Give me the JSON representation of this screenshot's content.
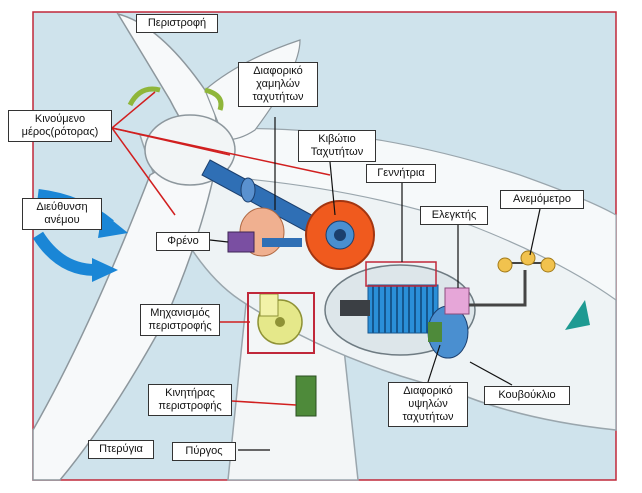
{
  "labels": {
    "rotation": "Περιστροφή",
    "rotor": "Κινούμενο\nμέρος(ρότορας)",
    "wind_direction": "Διεύθυνση\nανέμου",
    "low_speed_shaft": "Διαφορικό\nχαμηλών\nταχυτήτων",
    "gearbox": "Κιβώτιο\nΤαχυτήτων",
    "generator": "Γεννήτρια",
    "controller": "Ελεγκτής",
    "anemometer": "Ανεμόμετρο",
    "brake": "Φρένο",
    "yaw_drive": "Μηχανισμός\nπεριστροφής",
    "yaw_motor": "Κινητήρας\nπεριστροφής",
    "high_speed_shaft": "Διαφορικό\nυψηλών\nταχυτήτων",
    "nacelle": "Κουβούκλιο",
    "blade": "Πτερύγια",
    "tower": "Πύργος"
  },
  "colors": {
    "frame": "#c0283a",
    "leader_red": "#d11f1f",
    "gear_orange": "#f05a1e",
    "shaft_blue": "#2f6fb5",
    "generator_blue": "#2a8fd8",
    "wind_arrow": "#1a86d6",
    "sky": "#cfe3ec",
    "yaw_gear": "#e5e88a",
    "brake_pad": "#f0b090",
    "motor_green": "#4e8a3a",
    "controller_pink": "#e6a6d8",
    "anemometer_cup": "#f1c24e",
    "vane": "#1e9a92"
  }
}
